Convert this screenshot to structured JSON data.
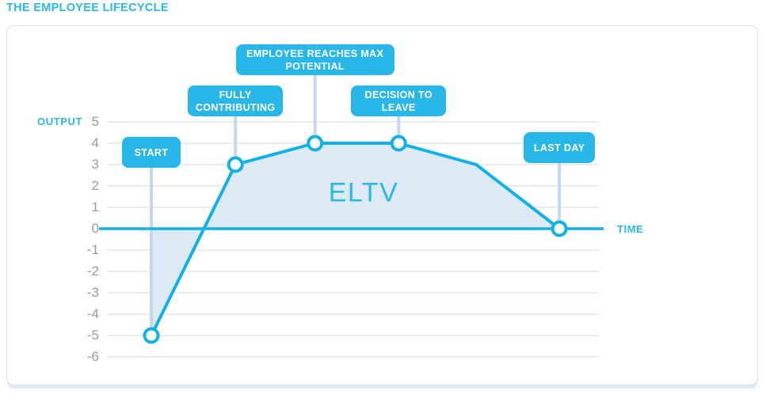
{
  "page": {
    "title": "THE EMPLOYEE LIFECYCLE"
  },
  "chart_data": {
    "type": "area",
    "title": "THE EMPLOYEE LIFECYCLE",
    "xlabel": "TIME",
    "ylabel": "OUTPUT",
    "area_label": "ELTV",
    "ylim": [
      -6,
      5
    ],
    "y_ticks": [
      5,
      4,
      3,
      2,
      1,
      0,
      -1,
      -2,
      -3,
      -4,
      -5,
      -6
    ],
    "x_axis_tick_labels": "none",
    "grid": "horizontal-only",
    "points": [
      {
        "x": 0.095,
        "y": -5,
        "label": "START"
      },
      {
        "x": 0.263,
        "y": 3,
        "label": "FULLY CONTRIBUTING"
      },
      {
        "x": 0.422,
        "y": 4,
        "label": "EMPLOYEE REACHES MAX POTENTIAL"
      },
      {
        "x": 0.589,
        "y": 4,
        "label": "DECISION TO LEAVE"
      },
      {
        "x": 0.744,
        "y": 3,
        "label": null
      },
      {
        "x": 0.91,
        "y": 0,
        "label": "LAST DAY"
      }
    ],
    "colors": {
      "accent_cyan": "#29b6e8",
      "line": "#12b1e5",
      "area_fill": "#dde9f4",
      "connector": "#c3d8ee",
      "gridline": "#d9d9d9",
      "tick_text": "#999b9d",
      "card_border": "#dbe2e9"
    }
  }
}
